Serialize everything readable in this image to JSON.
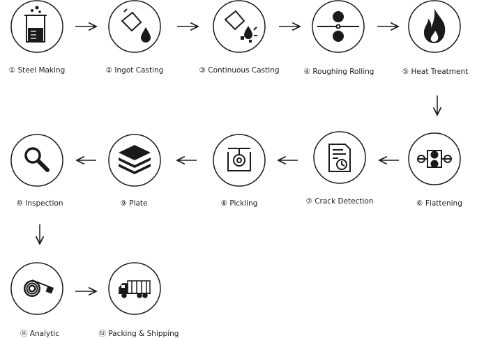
{
  "steps": [
    {
      "id": "steel-making",
      "label": "① Steel Making",
      "icon": "beaker-icon"
    },
    {
      "id": "ingot-casting",
      "label": "② Ingot Casting",
      "icon": "ladle-pour-icon"
    },
    {
      "id": "continuous-casting",
      "label": "③ Continuous Casting",
      "icon": "ladle-pour-sparks-icon"
    },
    {
      "id": "roughing-rolling",
      "label": "④ Roughing Rolling",
      "icon": "rollers-icon"
    },
    {
      "id": "heat-treatment",
      "label": "⑤ Heat Treatment",
      "icon": "flame-icon"
    },
    {
      "id": "flattening",
      "label": "⑥ Flattening",
      "icon": "flattening-rolls-icon"
    },
    {
      "id": "crack-detection",
      "label": "⑦ Crack Detection",
      "icon": "document-clock-icon"
    },
    {
      "id": "pickling",
      "label": "⑧ Pickling",
      "icon": "pickling-tank-icon"
    },
    {
      "id": "plate",
      "label": "⑨ Plate",
      "icon": "stacked-plates-icon"
    },
    {
      "id": "inspection",
      "label": "⑩ Inspection",
      "icon": "magnifier-icon"
    },
    {
      "id": "analytic",
      "label": "⑪ Analytic",
      "icon": "coil-icon"
    },
    {
      "id": "packing-shipping",
      "label": "⑫ Packing & Shipping",
      "icon": "truck-icon"
    }
  ],
  "colors": {
    "ink": "#1a1a1a",
    "background": "#ffffff"
  }
}
